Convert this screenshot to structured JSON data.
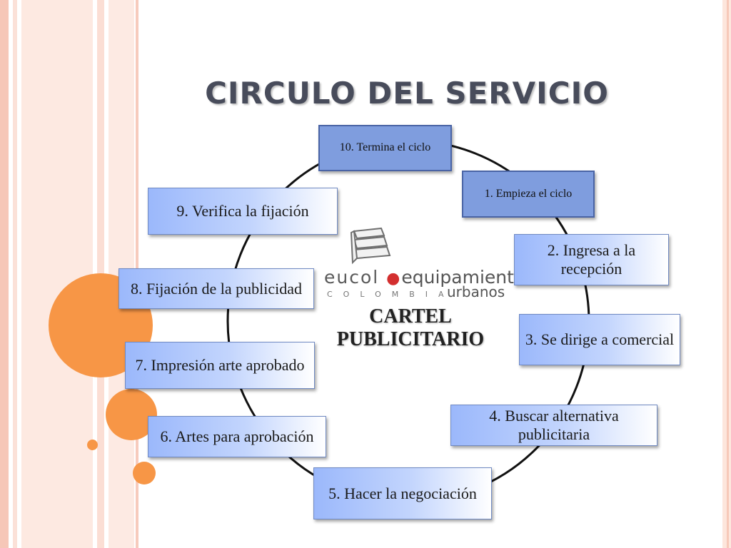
{
  "slide": {
    "title": "CIRCULO DEL SERVICIO"
  },
  "logo": {
    "brand": "eucol",
    "tagline": "equipamientos",
    "country": "COLOMBIA",
    "subline": "urbanos"
  },
  "center": {
    "line1": "CARTEL",
    "line2": "PUBLICITARIO"
  },
  "steps": {
    "s10": "10. Termina el ciclo",
    "s1": "1. Empieza el ciclo",
    "s2": "2. Ingresa a la recepción",
    "s3": "3. Se dirige a comercial",
    "s4": "4. Buscar alternativa publicitaria",
    "s5": "5. Hacer la negociación",
    "s6": "6. Artes para aprobación",
    "s7": "7. Impresión arte aprobado",
    "s8": "8.  Fijación de la publicidad",
    "s9": "9.  Verifica la fijación"
  },
  "colors": {
    "accent_orange": "#f79646",
    "title_gray": "#484c5b",
    "box_blue": "#9bb8fb",
    "box_dark_blue": "#7f9dde"
  }
}
